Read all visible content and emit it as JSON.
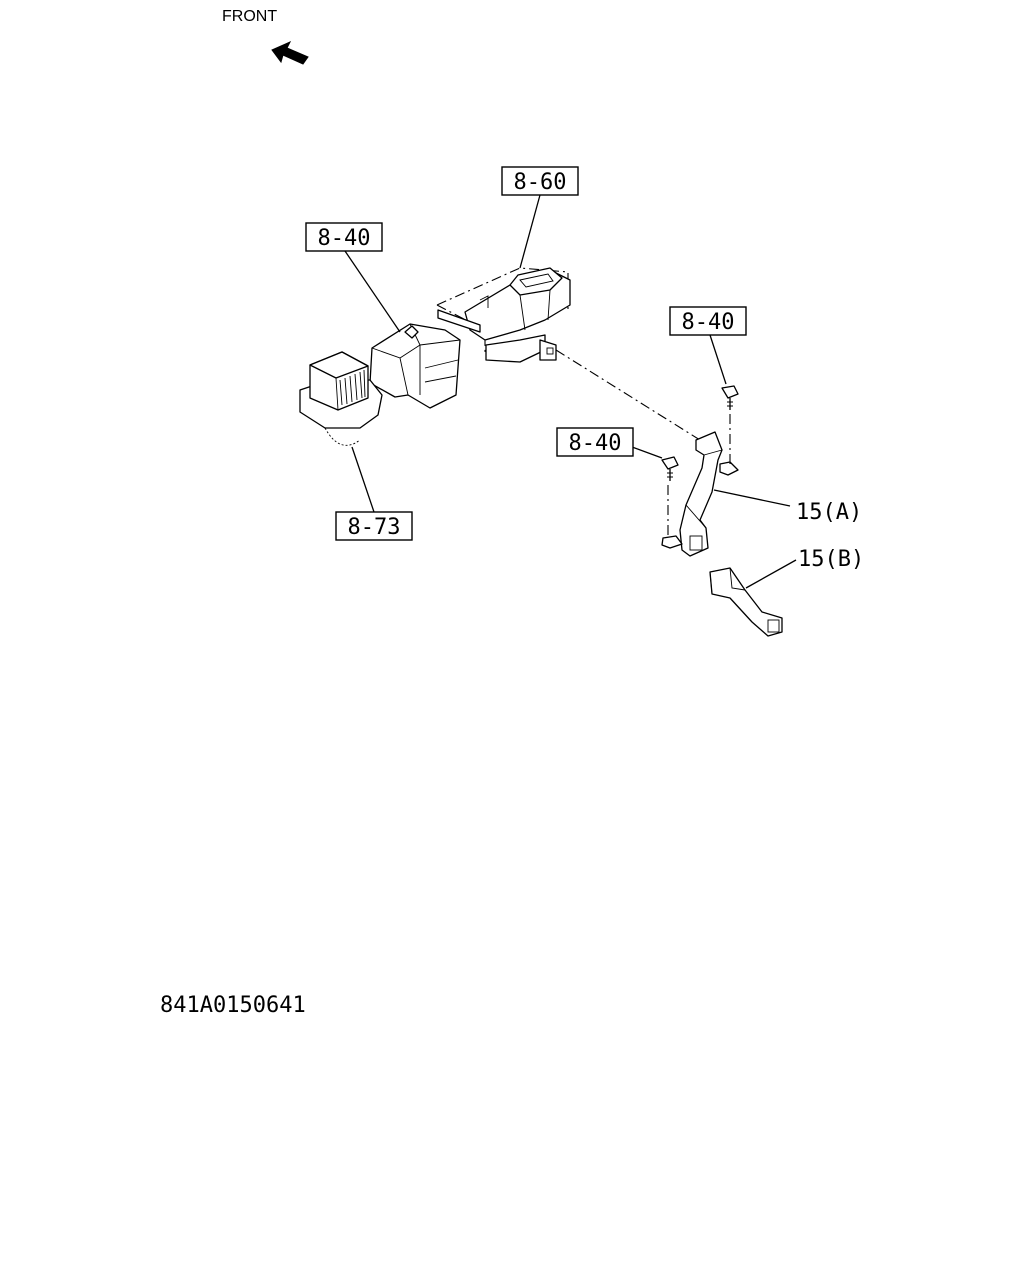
{
  "direction": {
    "label": "FRONT",
    "icon": "arrow-up-left-icon"
  },
  "callouts": [
    {
      "id": "ref-8-60-heater",
      "text": "8-60",
      "boxed": true
    },
    {
      "id": "ref-8-40-blower",
      "text": "8-40",
      "boxed": true
    },
    {
      "id": "ref-8-40-screw-upper",
      "text": "8-40",
      "boxed": true
    },
    {
      "id": "ref-8-40-screw-lower",
      "text": "8-40",
      "boxed": true
    },
    {
      "id": "ref-8-73-filter",
      "text": "8-73",
      "boxed": true
    },
    {
      "id": "part-15a",
      "text": "15(A)",
      "boxed": false
    },
    {
      "id": "part-15b",
      "text": "15(B)",
      "boxed": false
    }
  ],
  "diagram_code": "841A0150641"
}
